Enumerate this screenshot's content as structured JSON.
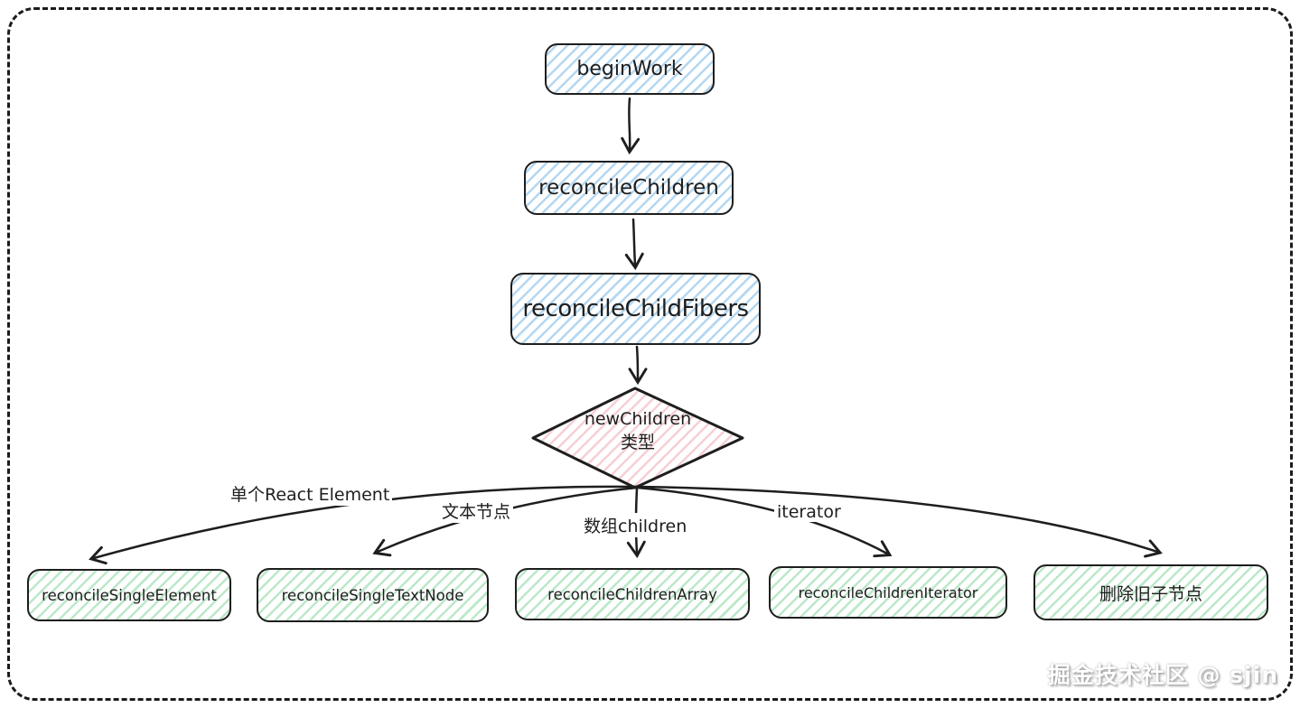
{
  "diagram": {
    "type": "flowchart",
    "nodes": {
      "begin_work": {
        "label": "beginWork"
      },
      "reconcile_children": {
        "label": "reconcileChildren"
      },
      "reconcile_child_fibers": {
        "label": "reconcileChildFibers"
      },
      "decision": {
        "label_line1": "newChildren",
        "label_line2": "类型"
      },
      "single_element": {
        "label": "reconcileSingleElement"
      },
      "single_text_node": {
        "label": "reconcileSingleTextNode"
      },
      "children_array": {
        "label": "reconcileChildrenArray"
      },
      "children_iterator": {
        "label": "reconcileChildrenIterator"
      },
      "delete_old_children": {
        "label": "删除旧子节点"
      }
    },
    "edge_labels": {
      "single_react_element": "单个React Element",
      "text_node": "文本节点",
      "array_children": "数组children",
      "iterator": "iterator"
    },
    "colors": {
      "stroke": "#1e1e1e",
      "blue_hatch": "#b4d7f1",
      "pink_hatch": "#f5cdd2",
      "green_hatch": "#bce8c8",
      "border_dash": "#1b1b1b"
    },
    "watermark": "掘金技术社区 @ sjin"
  }
}
